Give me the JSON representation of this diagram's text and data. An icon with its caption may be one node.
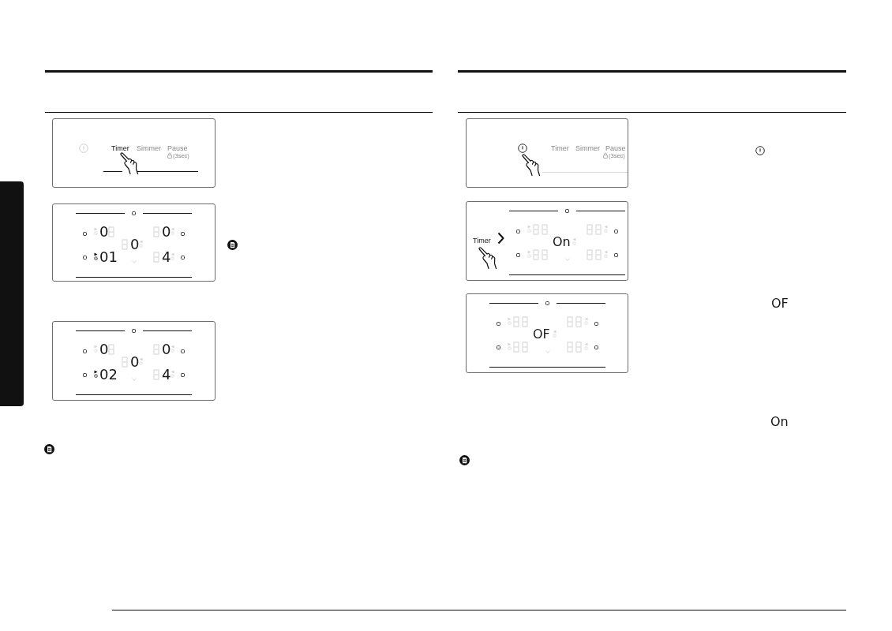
{
  "diagram": {
    "nodes": [
      {
        "text": [
          "Timer",
          "Simmer",
          "Pause",
          "(3sec)"
        ]
      },
      {
        "text": [
          "0",
          "0",
          "0",
          "01",
          "4"
        ]
      },
      {
        "text": [
          "0",
          "0",
          "0",
          "02",
          "4"
        ]
      },
      {
        "text": [
          "Timer",
          "Simmer",
          "Pause",
          "(3sec)"
        ]
      },
      {
        "text": [
          "Timer",
          "On"
        ]
      },
      {
        "text": [
          "OF"
        ]
      },
      {
        "text": [],
        "shape": "bar"
      }
    ],
    "labels": [
      "OF",
      "On"
    ]
  }
}
